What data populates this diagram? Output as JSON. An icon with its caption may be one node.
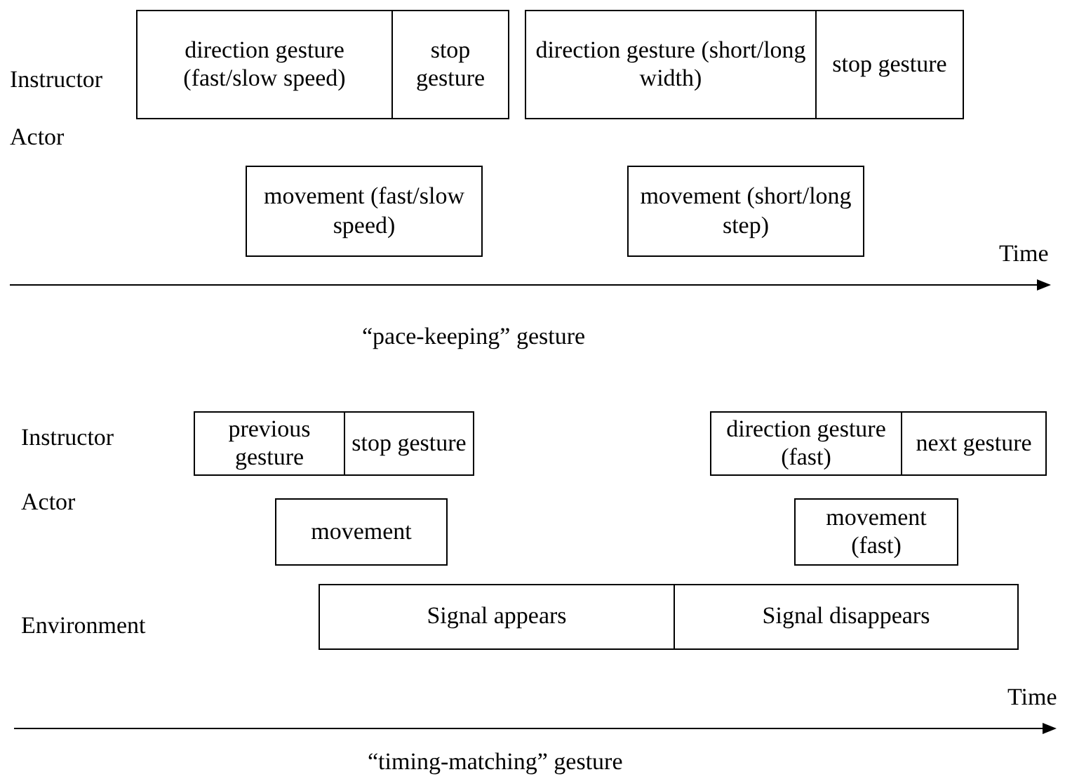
{
  "diagram": {
    "nodes": [
      {
        "text": [
          "direction gesture (fast/slow speed)"
        ]
      },
      {
        "text": [
          "stop gesture"
        ]
      },
      {
        "text": [
          "direction gesture (short/long width)"
        ]
      },
      {
        "text": [
          "stop gesture"
        ]
      },
      {
        "text": [
          "movement (fast/slow speed)"
        ]
      },
      {
        "text": [
          "movement (short/long step)"
        ]
      },
      {
        "text": [
          "previous gesture"
        ]
      },
      {
        "text": [
          "stop gesture"
        ]
      },
      {
        "text": [
          "direction gesture (fast)"
        ]
      },
      {
        "text": [
          "next gesture"
        ]
      },
      {
        "text": [
          "movement"
        ]
      },
      {
        "text": [
          "movement (fast)"
        ]
      },
      {
        "text": [
          "Signal appears"
        ]
      },
      {
        "text": [
          "Signal disappears"
        ]
      }
    ],
    "labels": [
      "Instructor",
      "Actor",
      "Time",
      "“pace-keeping” gesture",
      "Instructor",
      "Actor",
      "Environment",
      "Time",
      "“timing-matching” gesture"
    ]
  }
}
